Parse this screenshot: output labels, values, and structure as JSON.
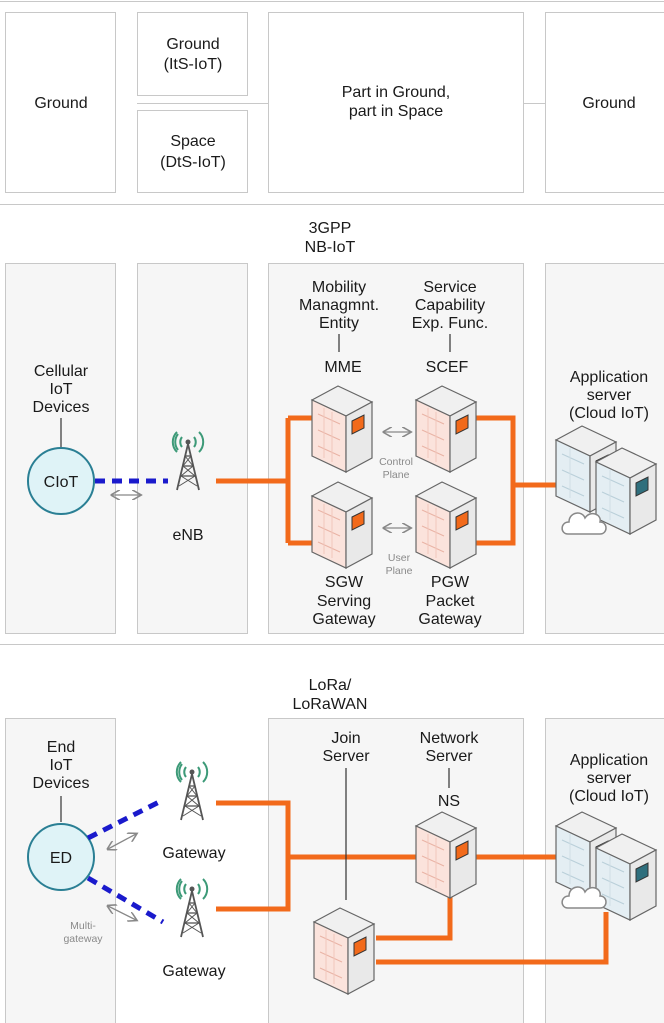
{
  "top": {
    "col1": "Ground",
    "col2_top_1": "Ground",
    "col2_top_2": "(ItS-IoT)",
    "col2_bot_1": "Space",
    "col2_bot_2": "(DtS-IoT)",
    "col3_1": "Part in Ground,",
    "col3_2": "part in Space",
    "col4": "Ground"
  },
  "nbiot": {
    "title_1": "3GPP",
    "title_2": "NB-IoT",
    "devices_1": "Cellular",
    "devices_2": "IoT",
    "devices_3": "Devices",
    "device_node": "CIoT",
    "enb": "eNB",
    "mme_1": "Mobility",
    "mme_2": "Managmnt.",
    "mme_3": "Entity",
    "mme_label": "MME",
    "scef_1": "Service",
    "scef_2": "Capability",
    "scef_3": "Exp. Func.",
    "scef_label": "SCEF",
    "control_1": "Control",
    "control_2": "Plane",
    "user_1": "User",
    "user_2": "Plane",
    "sgw_1": "SGW",
    "sgw_2": "Serving",
    "sgw_3": "Gateway",
    "pgw_1": "PGW",
    "pgw_2": "Packet",
    "pgw_3": "Gateway",
    "app_1": "Application",
    "app_2": "server",
    "app_3": "(Cloud IoT)"
  },
  "lora": {
    "title_1": "LoRa/",
    "title_2": "LoRaWAN",
    "devices_1": "End",
    "devices_2": "IoT",
    "devices_3": "Devices",
    "device_node": "ED",
    "multi_1": "Multi-",
    "multi_2": "gateway",
    "gateway_1": "Gateway",
    "gateway_2": "Gateway",
    "join_1": "Join",
    "join_2": "Server",
    "ns_1": "Network",
    "ns_2": "Server",
    "ns_label": "NS",
    "app_1": "Application",
    "app_2": "server",
    "app_3": "(Cloud IoT)"
  },
  "colors": {
    "link": "#f26a1b",
    "radio": "#1a1acc",
    "node": "#dff3f7",
    "node_border": "#2a7f94"
  },
  "icons": [
    "radio-tower-icon",
    "server-icon",
    "cloud-icon"
  ]
}
